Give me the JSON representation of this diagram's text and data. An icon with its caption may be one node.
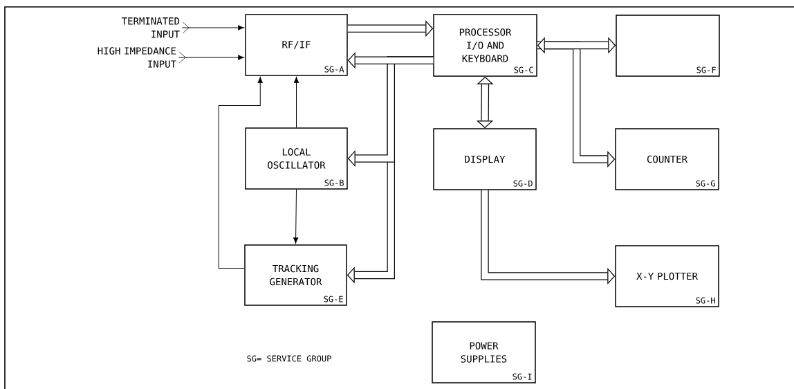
{
  "diagram": {
    "nodes": [
      {
        "text": [
          "TERMINATED INPUT"
        ]
      },
      {
        "text": [
          "HIGH IMPEDANCE INPUT"
        ]
      },
      {
        "text": [
          "RF/IF",
          "SG-A"
        ]
      },
      {
        "text": [
          "PROCESSOR I/O AND KEYBOARD",
          "SG-C"
        ]
      },
      {
        "text": [
          "SG-F"
        ]
      },
      {
        "text": [
          "LOCAL OSCILLATOR",
          "SG-B"
        ]
      },
      {
        "text": [
          "DISPLAY",
          "SG-D"
        ]
      },
      {
        "text": [
          "COUNTER",
          "SG-G"
        ]
      },
      {
        "text": [
          "TRACKING GENERATOR",
          "SG-E"
        ]
      },
      {
        "text": [
          "X-Y PLOTTER",
          "SG-H"
        ]
      },
      {
        "text": [
          "POWER SUPPLIES",
          "SG-I"
        ]
      }
    ],
    "edges": [
      {
        "from": 0,
        "to": 2,
        "arrow": "to"
      },
      {
        "from": 1,
        "to": 2,
        "arrow": "to"
      },
      {
        "from": 2,
        "to": 3,
        "arrow": "to"
      },
      {
        "from": 3,
        "to": 2,
        "arrow": "to"
      },
      {
        "from": 3,
        "to": 5,
        "arrow": "to"
      },
      {
        "from": 3,
        "to": 8,
        "arrow": "to"
      },
      {
        "from": 3,
        "to": 4,
        "arrow": "both"
      },
      {
        "from": 3,
        "to": 7,
        "arrow": "to"
      },
      {
        "from": 3,
        "to": 6,
        "arrow": "both"
      },
      {
        "from": 6,
        "to": 9,
        "arrow": "to"
      },
      {
        "from": 5,
        "to": 2,
        "arrow": "to"
      },
      {
        "from": 5,
        "to": 8,
        "arrow": "to"
      },
      {
        "from": 8,
        "to": 2,
        "arrow": "to"
      }
    ],
    "labels": [
      "SG= SERVICE GROUP"
    ]
  }
}
